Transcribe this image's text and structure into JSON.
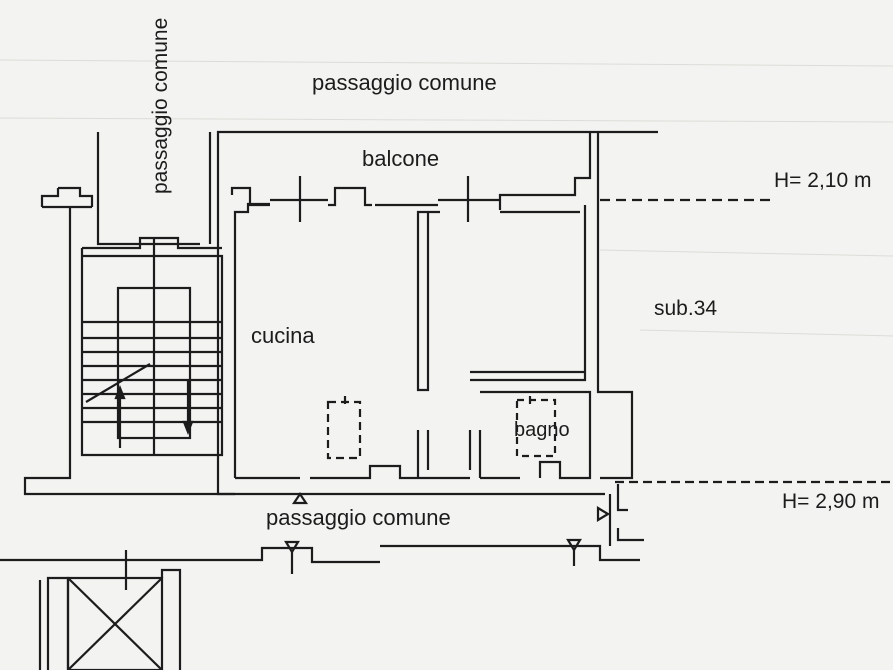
{
  "labels": {
    "top_passage": "passaggio comune",
    "left_passage": "passaggio comune",
    "balcony": "balcone",
    "kitchen": "cucina",
    "bathroom": "bagno",
    "bottom_passage": "passaggio comune",
    "sub_unit": "sub.34",
    "height_upper": "H= 2,10 m",
    "height_lower": "H= 2,90 m"
  },
  "colors": {
    "paper": "#f3f3f1",
    "ink": "#1c1c1c"
  }
}
